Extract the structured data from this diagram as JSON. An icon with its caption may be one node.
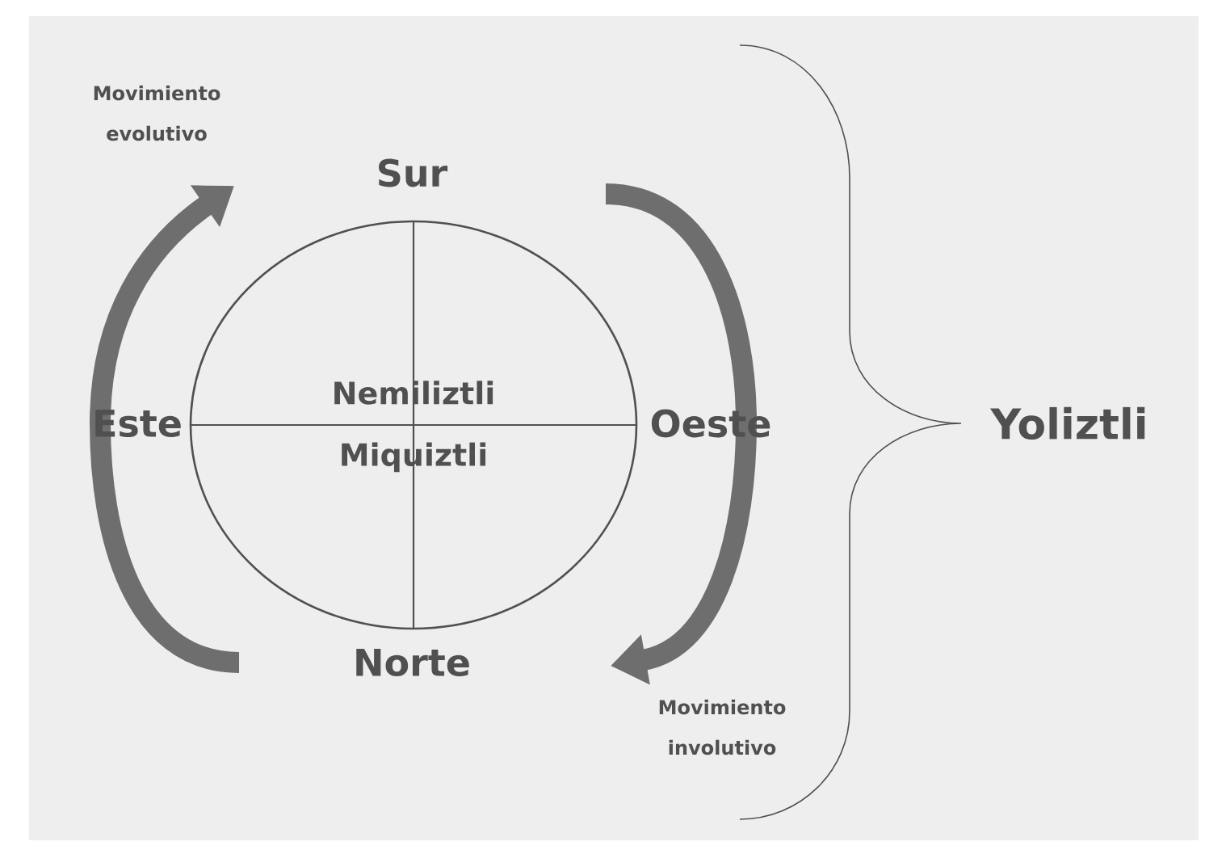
{
  "diagram": {
    "nodes": [
      {
        "text": [
          "Nemiliztli",
          "Miquiztli"
        ]
      }
    ],
    "labels": [
      "Movimiento evolutivo",
      "Sur",
      "Este",
      "Oeste",
      "Yoliztli",
      "Norte",
      "Movimiento involutivo"
    ]
  }
}
